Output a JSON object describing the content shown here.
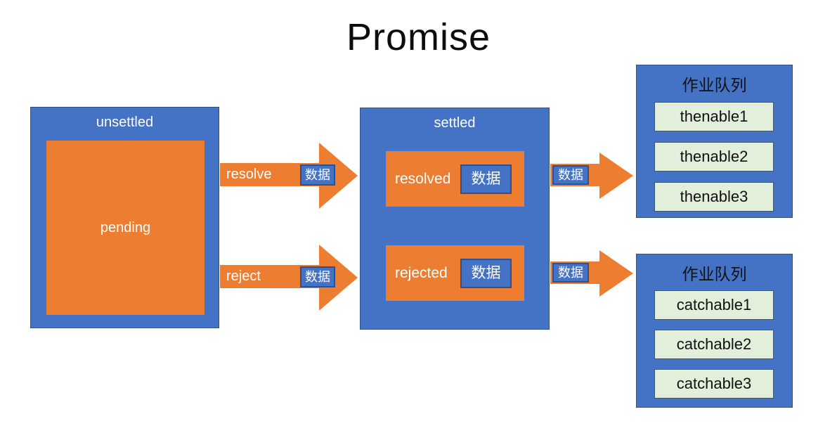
{
  "title": "Promise",
  "colors": {
    "box_blue": "#4472C4",
    "box_blue_border": "#2F528F",
    "orange": "#ED7D31",
    "chip_bg": "#4472C4",
    "chip_border": "#2F528F",
    "queue_item_bg": "#E2EFDA",
    "queue_item_border": "#44546A",
    "text_light": "#FFFFFF",
    "text_dark": "#111111"
  },
  "unsettled": {
    "label": "unsettled",
    "inner": "pending"
  },
  "settled": {
    "label": "settled",
    "rows": [
      {
        "label": "resolved",
        "chip": "数据"
      },
      {
        "label": "rejected",
        "chip": "数据"
      }
    ]
  },
  "arrows": {
    "resolve": {
      "label": "resolve",
      "chip": "数据"
    },
    "reject": {
      "label": "reject",
      "chip": "数据"
    },
    "to_thenable": {
      "chip": "数据"
    },
    "to_catchable": {
      "chip": "数据"
    }
  },
  "queues": [
    {
      "title": "作业队列",
      "items": [
        "thenable1",
        "thenable2",
        "thenable3"
      ]
    },
    {
      "title": "作业队列",
      "items": [
        "catchable1",
        "catchable2",
        "catchable3"
      ]
    }
  ]
}
